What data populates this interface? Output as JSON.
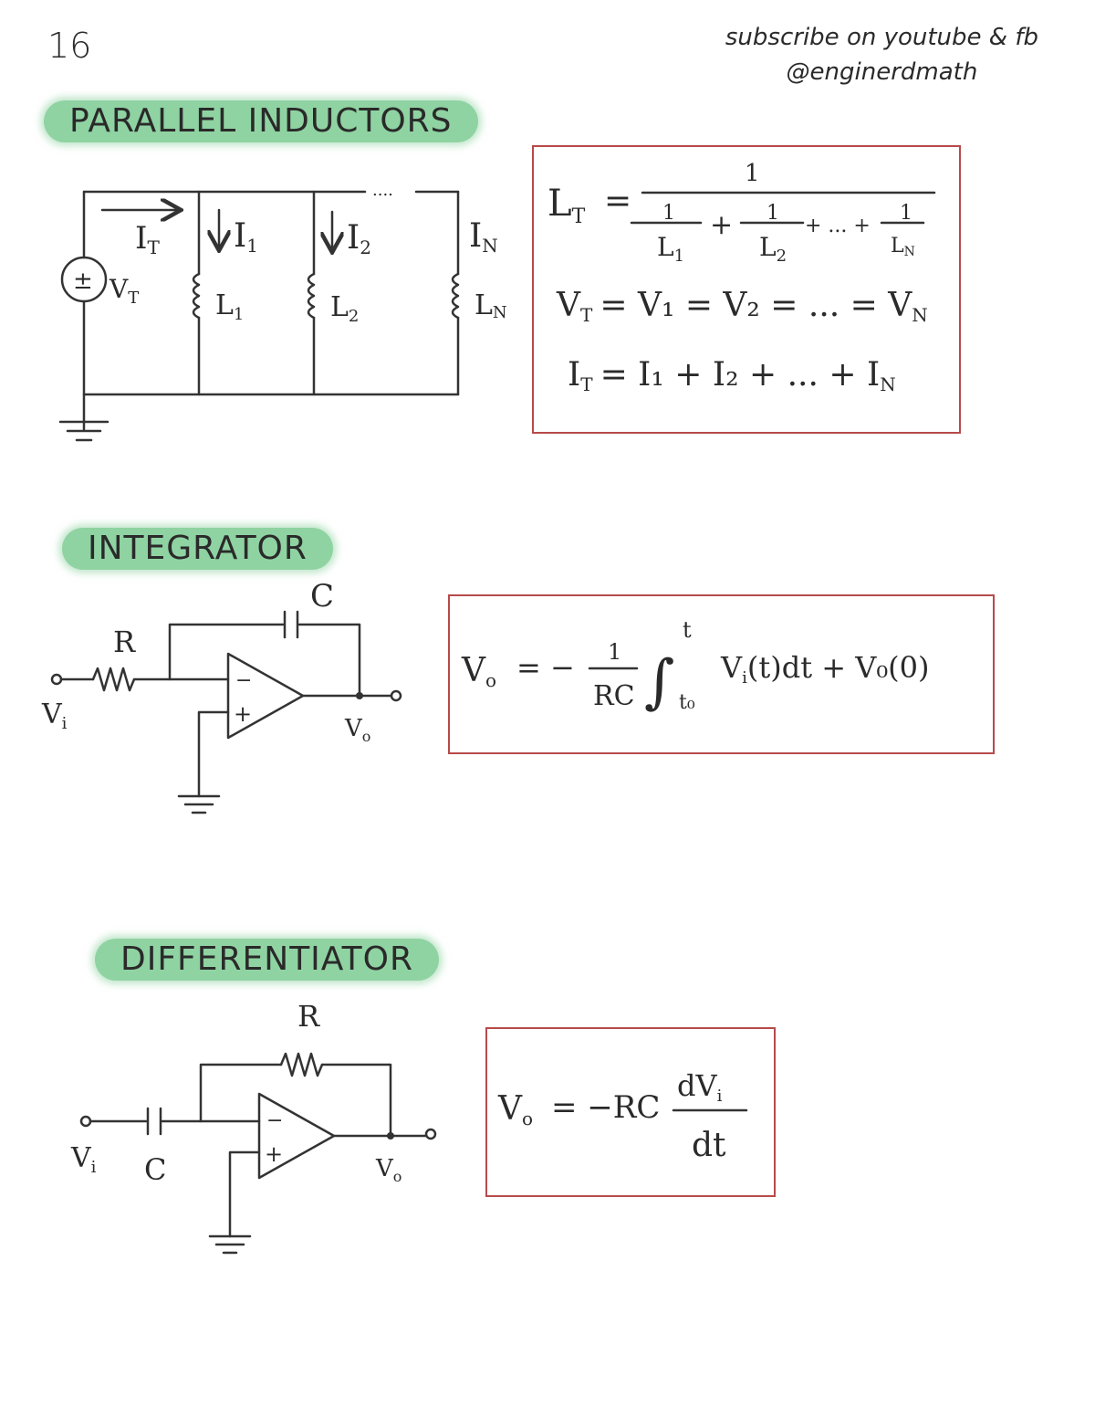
{
  "page_number": "16",
  "credit": {
    "line1": "subscribe on youtube & fb",
    "line2": "@enginerdmath"
  },
  "sections": {
    "parallel": {
      "title": "PARALLEL INDUCTORS",
      "labels": {
        "source_current": "I",
        "source_current_sub": "T",
        "source_voltage": "V",
        "source_voltage_sub": "T",
        "source_symbol": "±",
        "i1": "I",
        "i1_sub": "1",
        "i2": "I",
        "i2_sub": "2",
        "in": "I",
        "in_sub": "N",
        "l1": "L",
        "l1_sub": "1",
        "l2": "L",
        "l2_sub": "2",
        "ln": "L",
        "ln_sub": "N",
        "ellipsis": "...."
      },
      "formulas": {
        "lt_lhs": "L",
        "lt_lhs_sub": "T",
        "eq": "=",
        "numerator": "1",
        "term1_num": "1",
        "term1_den": "L",
        "term1_den_sub": "1",
        "term2_num": "1",
        "term2_den": "L",
        "term2_den_sub": "2",
        "termn_num": "1",
        "termn_den": "L",
        "termn_den_sub": "N",
        "plus": "+",
        "dots_plus": "+ ... +",
        "voltage_line": "V",
        "voltage_line_sub": "T",
        "voltage_rest": "= V₁ = V₂ = ... = V",
        "voltage_rest_sub": "N",
        "current_line": "I",
        "current_line_sub": "T",
        "current_rest": "= I₁ + I₂ + ... + I",
        "current_rest_sub": "N"
      }
    },
    "integrator": {
      "title": "INTEGRATOR",
      "labels": {
        "r": "R",
        "c": "C",
        "vin": "V",
        "vin_sub": "i",
        "vout": "V",
        "vout_sub": "o",
        "minus": "−",
        "plus": "+"
      },
      "formula": {
        "lhs": "V",
        "lhs_sub": "o",
        "eq": "= −",
        "frac_num": "1",
        "frac_den": "RC",
        "integral": "∫",
        "upper": "t",
        "lower": "t₀",
        "integrand": "V",
        "integrand_sub": "i",
        "integrand_rest": "(t)dt + V₀(0)"
      }
    },
    "differentiator": {
      "title": "DIFFERENTIATOR",
      "labels": {
        "r": "R",
        "c": "C",
        "vin": "V",
        "vin_sub": "i",
        "vout": "V",
        "vout_sub": "o",
        "minus": "−",
        "plus": "+"
      },
      "formula": {
        "lhs": "V",
        "lhs_sub": "o",
        "eq": "= −RC",
        "frac_num": "dV",
        "frac_num_sub": "i",
        "frac_den": "dt"
      }
    }
  },
  "colors": {
    "highlight": "#8fd3a2",
    "frame": "#b84a4a",
    "ink": "#2a2a2a"
  }
}
